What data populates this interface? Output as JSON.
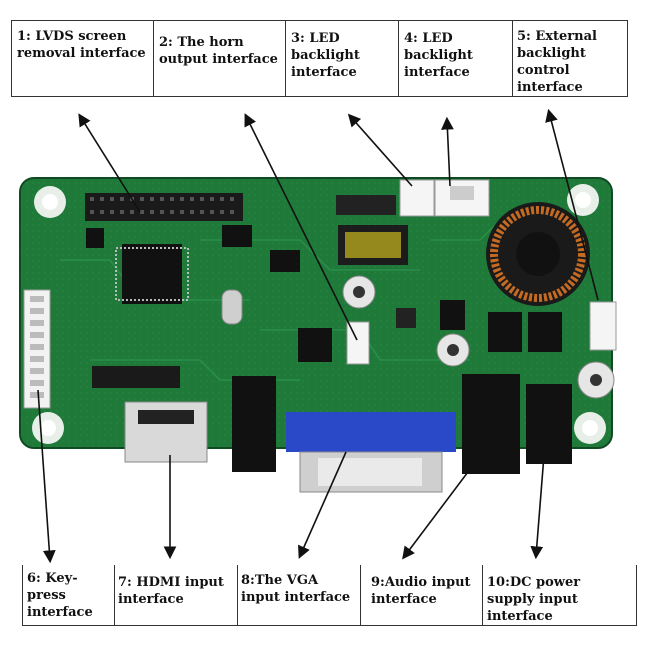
{
  "top_labels": [
    "1: LVDS screen removal interface",
    "2: The horn output interface",
    "3: LED backlight interface",
    "4: LED backlight interface",
    "5: External backlight control interface"
  ],
  "bottom_labels": [
    "6: Key-press interface",
    "7: HDMI input interface",
    "8:The VGA input interface",
    "9:Audio input interface",
    "10:DC power supply input interface"
  ],
  "colors": {
    "pcb_green": "#1f7a3a",
    "pcb_dark": "#14552a",
    "vga_blue": "#2a49c8",
    "arrow": "#111111"
  }
}
